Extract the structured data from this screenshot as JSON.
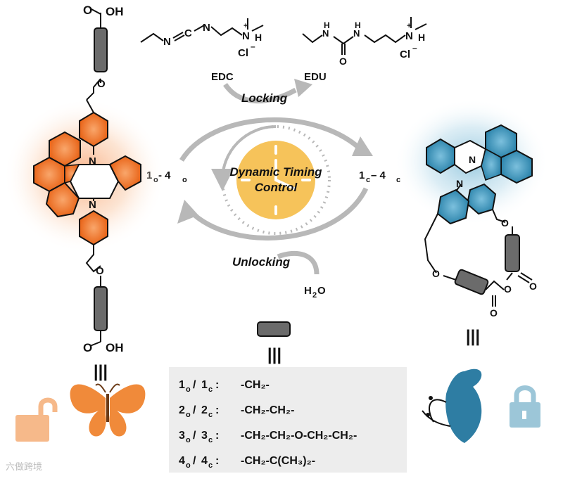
{
  "reagents": {
    "edc_label": "EDC",
    "edu_label": "EDU",
    "cl": "Cl",
    "n_plus": "N",
    "h": "H",
    "plus": "+",
    "minus": "–",
    "nh": "H",
    "n": "N",
    "o": "O",
    "n_eq": "N",
    "c_eq": "C"
  },
  "process": {
    "locking": "Locking",
    "unlocking": "Unlocking",
    "water": "H",
    "water_sub": "2",
    "water_o": "O",
    "center_line1": "Dynamic Timing",
    "center_line2": "Control"
  },
  "open_form": {
    "label": "1",
    "label_sub": "o",
    "dash": " - 4",
    "label_sub2": "o",
    "cooh_top": "OH",
    "cooh_bot": "OH",
    "o_atom": "O",
    "n_atom": "N"
  },
  "closed_form": {
    "label": "1",
    "label_sub": "c",
    "dash": " – 4",
    "label_sub2": "c",
    "n_atom": "N",
    "o_atom": "O"
  },
  "equiv": "|||",
  "table": {
    "rows": [
      {
        "num1": "1",
        "s1": "o",
        "num2": "1",
        "s2": "c",
        "formula": "-CH₂-"
      },
      {
        "num1": "2",
        "s1": "o",
        "num2": "2",
        "s2": "c",
        "formula": "-CH₂-CH₂-"
      },
      {
        "num1": "3",
        "s1": "o",
        "num2": "3",
        "s2": "c",
        "formula": "-CH₂-CH₂-O-CH₂-CH₂-"
      },
      {
        "num1": "4",
        "s1": "o",
        "num2": "4",
        "s2": "c",
        "formula": "-CH₂-C(CH₃)₂-"
      }
    ]
  },
  "watermark": "六做跨境",
  "colors": {
    "orange": "#f07a2a",
    "orange_dark": "#a8430c",
    "blue": "#3c8fb5",
    "blue_dark": "#1f5d78",
    "gray_rect": "#6b6b6b",
    "arrow_gray": "#b8b8b8",
    "clock_yellow": "#f6c35a",
    "table_bg": "#ededed",
    "lock_open": "#f6b98a",
    "lock_closed": "#9cc6d8"
  }
}
